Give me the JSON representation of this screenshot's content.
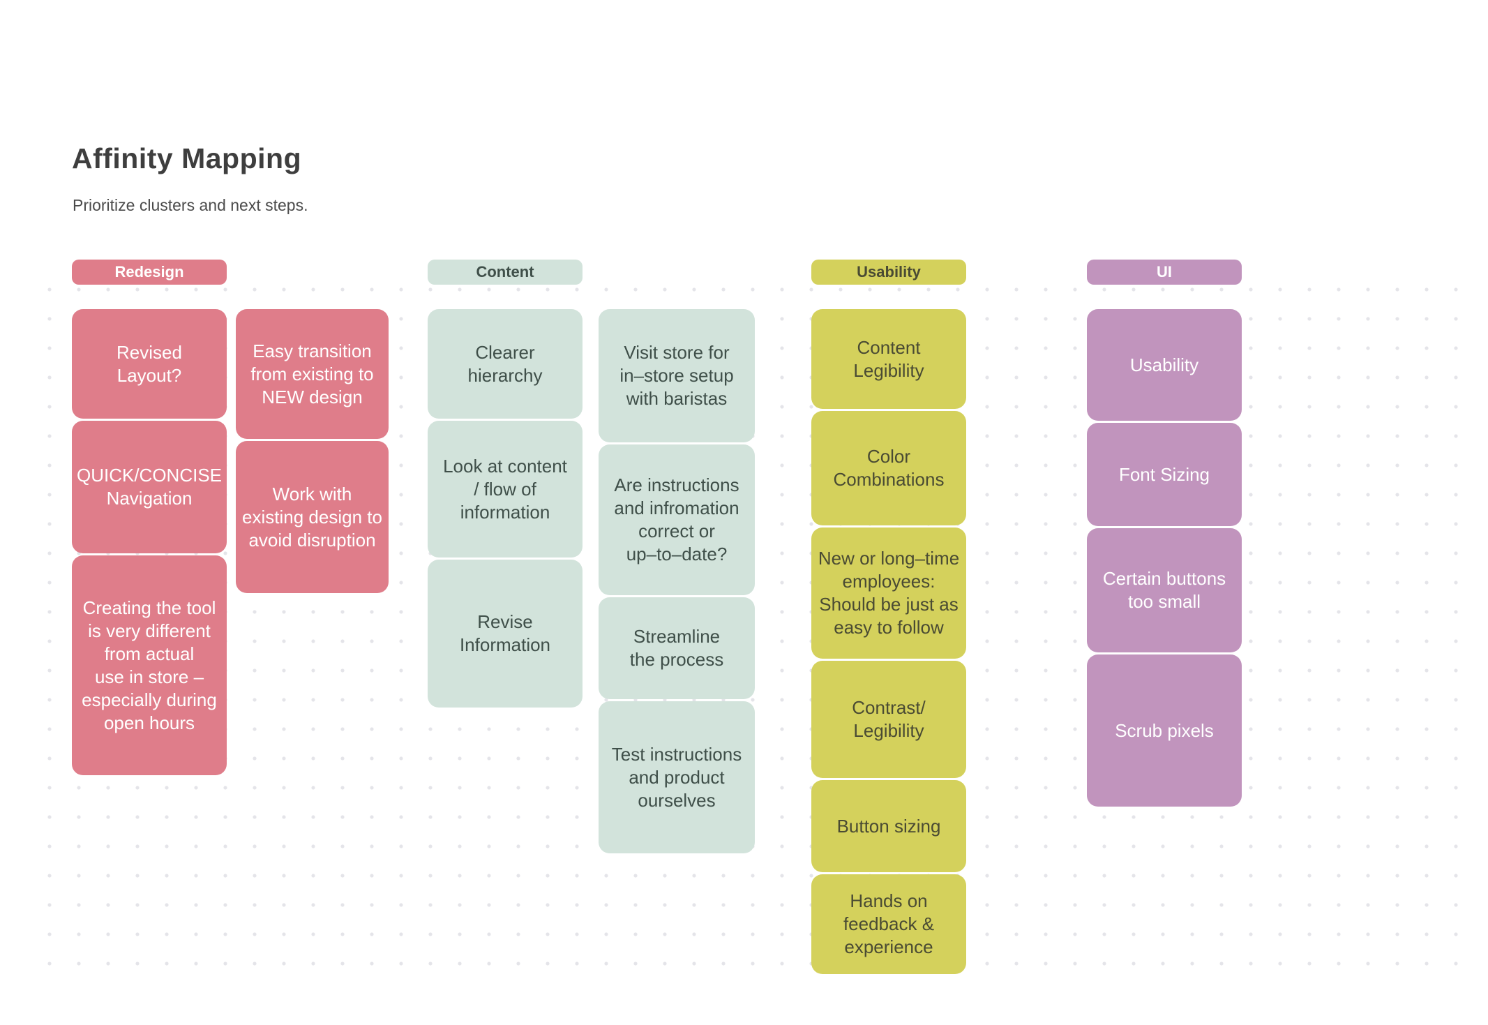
{
  "board": {
    "title": "Affinity Mapping",
    "subtitle": "Prioritize clusters and next steps.",
    "colors": {
      "background": "#FFFFFF",
      "dot_grid": "#E4E4E9",
      "title_text": "#3E3E3E",
      "redesign": "#DF7D8A",
      "content": "#D2E3DB",
      "usability": "#D4D15C",
      "ui": "#C194BD",
      "light_note_text": "#3F4F49",
      "yellow_note_text": "#4A4B33",
      "dark_note_text": "#FFFFFF"
    },
    "groups": [
      {
        "label": "Redesign",
        "color": "#DF7D8A",
        "stacks": [
          {
            "cards": [
              {
                "text": "Revised\nLayout?"
              },
              {
                "text": "QUICK/CONCISE\nNavigation"
              },
              {
                "text": "Creating the tool\nis very different\nfrom actual\nuse in store –\nespecially during\nopen hours"
              }
            ]
          },
          {
            "cards": [
              {
                "text": "Easy transition\nfrom existing to\nNEW design"
              },
              {
                "text": "Work with\nexisting design to\navoid disruption"
              }
            ]
          }
        ]
      },
      {
        "label": "Content",
        "color": "#D2E3DB",
        "stacks": [
          {
            "cards": [
              {
                "text": "Clearer\nhierarchy"
              },
              {
                "text": "Look at content\n/ flow of\ninformation"
              },
              {
                "text": "Revise\nInformation"
              }
            ]
          },
          {
            "cards": [
              {
                "text": "Visit store for\nin–store setup\nwith baristas"
              },
              {
                "text": "Are instructions\nand infromation\ncorrect or\nup–to–date?"
              },
              {
                "text": "Streamline\nthe process"
              },
              {
                "text": "Test instructions\nand product\nourselves"
              }
            ]
          }
        ]
      },
      {
        "label": "Usability",
        "color": "#D4D15C",
        "stacks": [
          {
            "cards": [
              {
                "text": "Content\nLegibility"
              },
              {
                "text": "Color\nCombinations"
              },
              {
                "text": "New or long–time\nemployees:\nShould be just as\neasy to follow"
              },
              {
                "text": "Contrast/\nLegibility"
              },
              {
                "text": "Button sizing"
              },
              {
                "text": "Hands on\nfeedback &\nexperience"
              }
            ]
          }
        ]
      },
      {
        "label": "UI",
        "color": "#C194BD",
        "stacks": [
          {
            "cards": [
              {
                "text": "Usability"
              },
              {
                "text": "Font Sizing"
              },
              {
                "text": "Certain buttons\ntoo small"
              },
              {
                "text": "Scrub pixels"
              }
            ]
          }
        ]
      }
    ]
  }
}
